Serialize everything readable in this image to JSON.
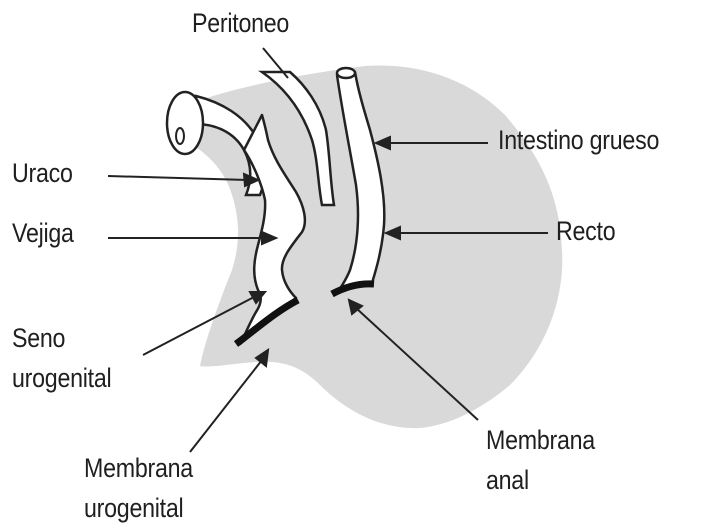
{
  "labels": {
    "peritoneo": "Peritoneo",
    "intestino_grueso": "Intestino grueso",
    "uraco": "Uraco",
    "vejiga": "Vejiga",
    "recto": "Recto",
    "seno_urogenital": [
      "Seno",
      "urogenital"
    ],
    "membrana_urogenital": [
      "Membrana",
      "urogenital"
    ],
    "membrana_anal": [
      "Membrana",
      "anal"
    ]
  },
  "colors": {
    "mesenchyme": "#d9d9d9",
    "lumen": "#ffffff",
    "outline": "#222222",
    "membrane": "#111111"
  }
}
